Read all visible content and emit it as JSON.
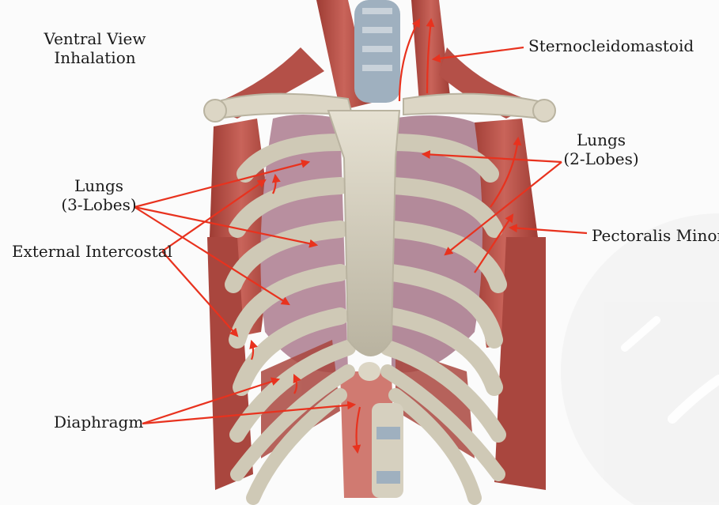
{
  "view": {
    "line1": "Ventral View",
    "line2": "Inhalation"
  },
  "labels": {
    "sternocleidomastoid": "Sternocleidomastoid",
    "lungs_left": {
      "line1": "Lungs",
      "line2": "(3-Lobes)"
    },
    "lungs_right": {
      "line1": "Lungs",
      "line2": "(2-Lobes)"
    },
    "external_intercostal": "External Intercostal",
    "pectoralis_minor": "Pectoralis Minor",
    "diaphragm": "Diaphragm"
  },
  "colors": {
    "arrow": "#e8321e",
    "muscle": "#b9524a",
    "bone": "#d9d4c3",
    "lung": "#b88f9f",
    "background": "#fbfbfb"
  }
}
